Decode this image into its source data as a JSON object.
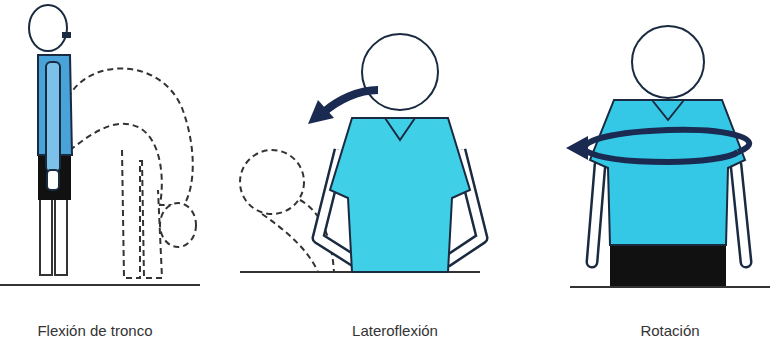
{
  "diagram": {
    "labels": [
      "Flexión de tronco",
      "Lateroflexión",
      "Rotación"
    ]
  }
}
